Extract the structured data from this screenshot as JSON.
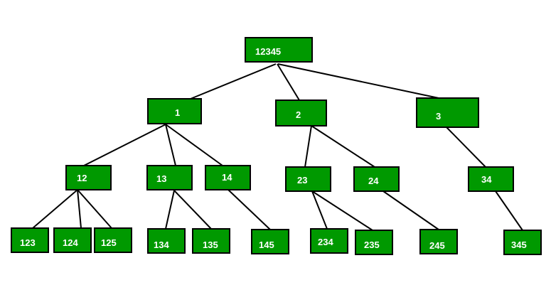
{
  "colors": {
    "node_fill": "#009900",
    "node_border": "#000000",
    "label": "#ffffff",
    "edge": "#000000"
  },
  "tree": {
    "nodes": [
      {
        "id": "n12345",
        "label": "12345"
      },
      {
        "id": "n1",
        "label": "1"
      },
      {
        "id": "n2",
        "label": "2"
      },
      {
        "id": "n3",
        "label": "3"
      },
      {
        "id": "n12",
        "label": "12"
      },
      {
        "id": "n13",
        "label": "13"
      },
      {
        "id": "n14",
        "label": "14"
      },
      {
        "id": "n23",
        "label": "23"
      },
      {
        "id": "n24",
        "label": "24"
      },
      {
        "id": "n34",
        "label": "34"
      },
      {
        "id": "n123",
        "label": "123"
      },
      {
        "id": "n124",
        "label": "124"
      },
      {
        "id": "n125",
        "label": "125"
      },
      {
        "id": "n134",
        "label": "134"
      },
      {
        "id": "n135",
        "label": "135"
      },
      {
        "id": "n145",
        "label": "145"
      },
      {
        "id": "n234",
        "label": "234"
      },
      {
        "id": "n235",
        "label": "235"
      },
      {
        "id": "n245",
        "label": "245"
      },
      {
        "id": "n345",
        "label": "345"
      }
    ],
    "edges": [
      [
        "n12345",
        "n1"
      ],
      [
        "n12345",
        "n2"
      ],
      [
        "n12345",
        "n3"
      ],
      [
        "n1",
        "n12"
      ],
      [
        "n1",
        "n13"
      ],
      [
        "n1",
        "n14"
      ],
      [
        "n2",
        "n23"
      ],
      [
        "n2",
        "n24"
      ],
      [
        "n3",
        "n34"
      ],
      [
        "n12",
        "n123"
      ],
      [
        "n12",
        "n124"
      ],
      [
        "n12",
        "n125"
      ],
      [
        "n13",
        "n134"
      ],
      [
        "n13",
        "n135"
      ],
      [
        "n14",
        "n145"
      ],
      [
        "n23",
        "n234"
      ],
      [
        "n23",
        "n235"
      ],
      [
        "n24",
        "n245"
      ],
      [
        "n34",
        "n345"
      ]
    ]
  }
}
